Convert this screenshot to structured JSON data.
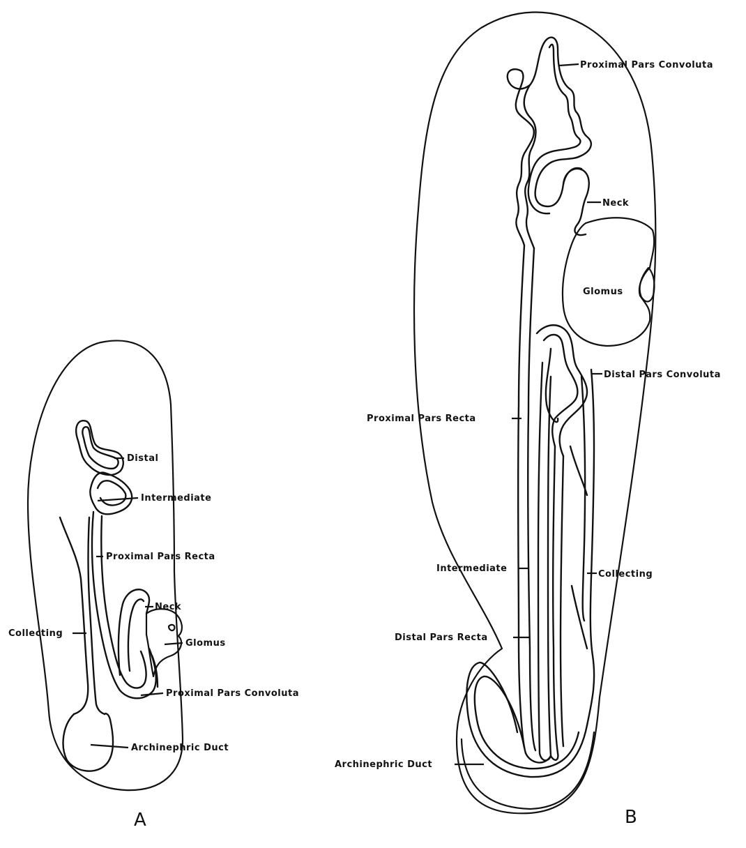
{
  "panels": {
    "a": {
      "letter": "A",
      "labels": {
        "distal": "Distal",
        "intermediate": "Intermediate",
        "proximal_pars_recta": "Proximal Pars Recta",
        "neck": "Neck",
        "collecting": "Collecting",
        "glomus": "Glomus",
        "proximal_pars_convoluta": "Proximal Pars Convoluta",
        "archinephric_duct": "Archinephric Duct"
      }
    },
    "b": {
      "letter": "B",
      "labels": {
        "proximal_pars_convoluta": "Proximal Pars Convoluta",
        "neck": "Neck",
        "glomus": "Glomus",
        "distal_pars_convoluta": "Distal Pars Convoluta",
        "proximal_pars_recta": "Proximal Pars Recta",
        "intermediate": "Intermediate",
        "collecting": "Collecting",
        "distal_pars_recta": "Distal Pars Recta",
        "archinephric_duct": "Archinephric Duct"
      }
    }
  }
}
